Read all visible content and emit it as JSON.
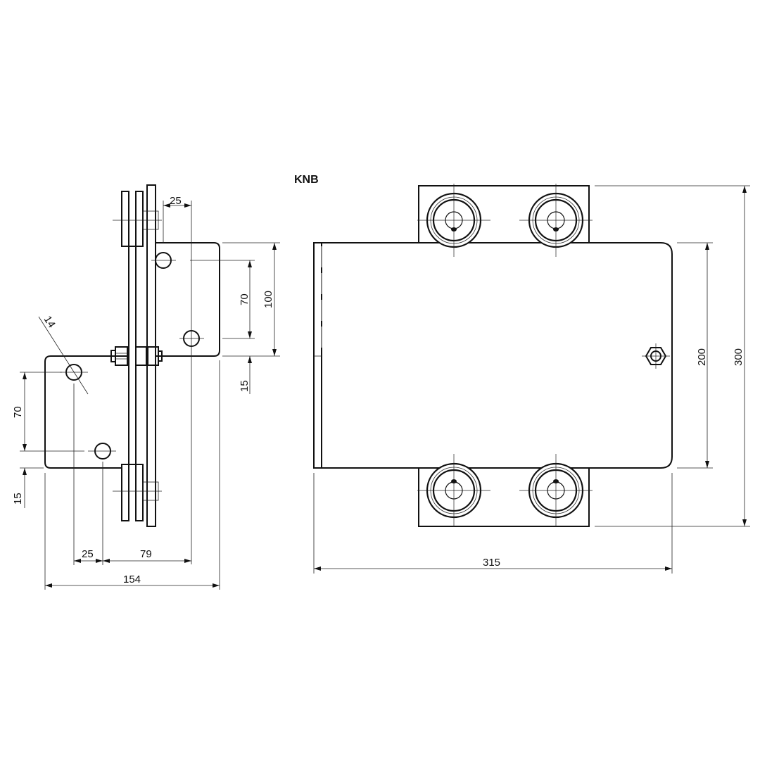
{
  "drawing": {
    "title": "KNB",
    "side_view": {
      "dims": {
        "top_offset": "25",
        "hole_spacing_right": "70",
        "bracket_height_right": "100",
        "edge_offset_right": "15",
        "hole_diameter": "14",
        "hole_spacing_left": "70",
        "edge_offset_left": "15",
        "bottom_offset": "25",
        "hole_to_hole": "79",
        "overall_width": "154"
      }
    },
    "front_view": {
      "dims": {
        "body_height": "200",
        "overall_height": "300",
        "overall_width": "315"
      }
    }
  }
}
